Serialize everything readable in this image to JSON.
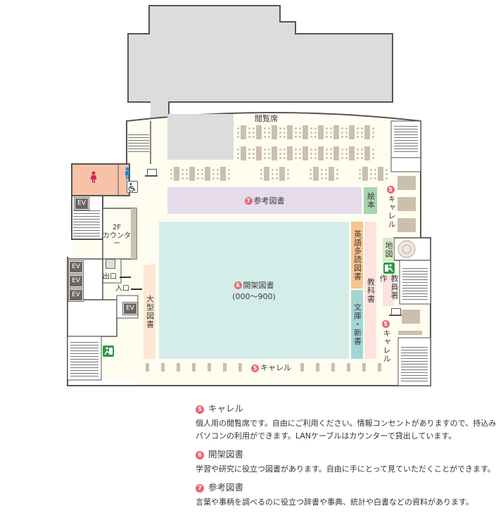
{
  "map": {
    "reading_seats_label": "閲覧席",
    "counter_label": "2F\nカウンター",
    "counter_line1": "2F",
    "counter_line2": "カウンター",
    "exit_label": "出口",
    "entrance_label": "入口",
    "ev_label": "EV",
    "zones": {
      "reference_books": {
        "number": "7",
        "label": "参考図書",
        "color": "#e6dcec"
      },
      "open_stacks": {
        "number": "6",
        "label": "開架図書",
        "range": "(000〜900)",
        "color": "#d4ede9"
      },
      "large_books": {
        "label": "大型図書",
        "color": "#fde8d3"
      },
      "picture_books": {
        "label": "絵本",
        "color": "#a8d4ae"
      },
      "english_reading": {
        "label": "英語多読図書",
        "color": "#f8c48e"
      },
      "paperbacks": {
        "label": "文庫・新書",
        "color": "#a3d6d3"
      },
      "textbooks": {
        "label": "教科書",
        "color": "#fde3df"
      },
      "map_corner": {
        "label": "地図",
        "color": "#d5ebc9"
      },
      "faculty_works": {
        "label": "教員著作",
        "color": "#fde3df"
      }
    },
    "carrels": {
      "right_upper": {
        "number": "5",
        "label": "キャレル"
      },
      "right_lower": {
        "number": "5",
        "label": "キャレル"
      },
      "bottom": {
        "number": "5",
        "label": "キャレル"
      }
    },
    "icons": [
      "womens-restroom-icon",
      "mens-restroom-icon",
      "accessible-restroom-icon",
      "emergency-exit-icon",
      "computer-terminal-icon",
      "elevator-icon",
      "copier-icon",
      "globe-display-icon"
    ]
  },
  "legend": [
    {
      "number": "5",
      "title": "キャレル",
      "lines": [
        "個人用の閲覧席です。自由にご利用ください。情報コンセントがありますので、持込み",
        "パソコンの利用ができます。LANケーブルはカウンターで貸出しています。"
      ]
    },
    {
      "number": "6",
      "title": "開架図書",
      "lines": [
        "学習や研究に役立つ図書があります。自由に手にとって見ていただくことができます。"
      ]
    },
    {
      "number": "7",
      "title": "参考図書",
      "lines": [
        "言葉や事柄を調べるのに役立つ辞書や事典、統計や白書などの資料があります。"
      ]
    }
  ],
  "colors": {
    "floor": "#fffdf0",
    "adjacent_building": "#dcdcdc",
    "restroom": "#f7c3a8",
    "badge": "#e8667a",
    "exit_green": "#2b9a44",
    "furniture": "#cbbfae"
  }
}
